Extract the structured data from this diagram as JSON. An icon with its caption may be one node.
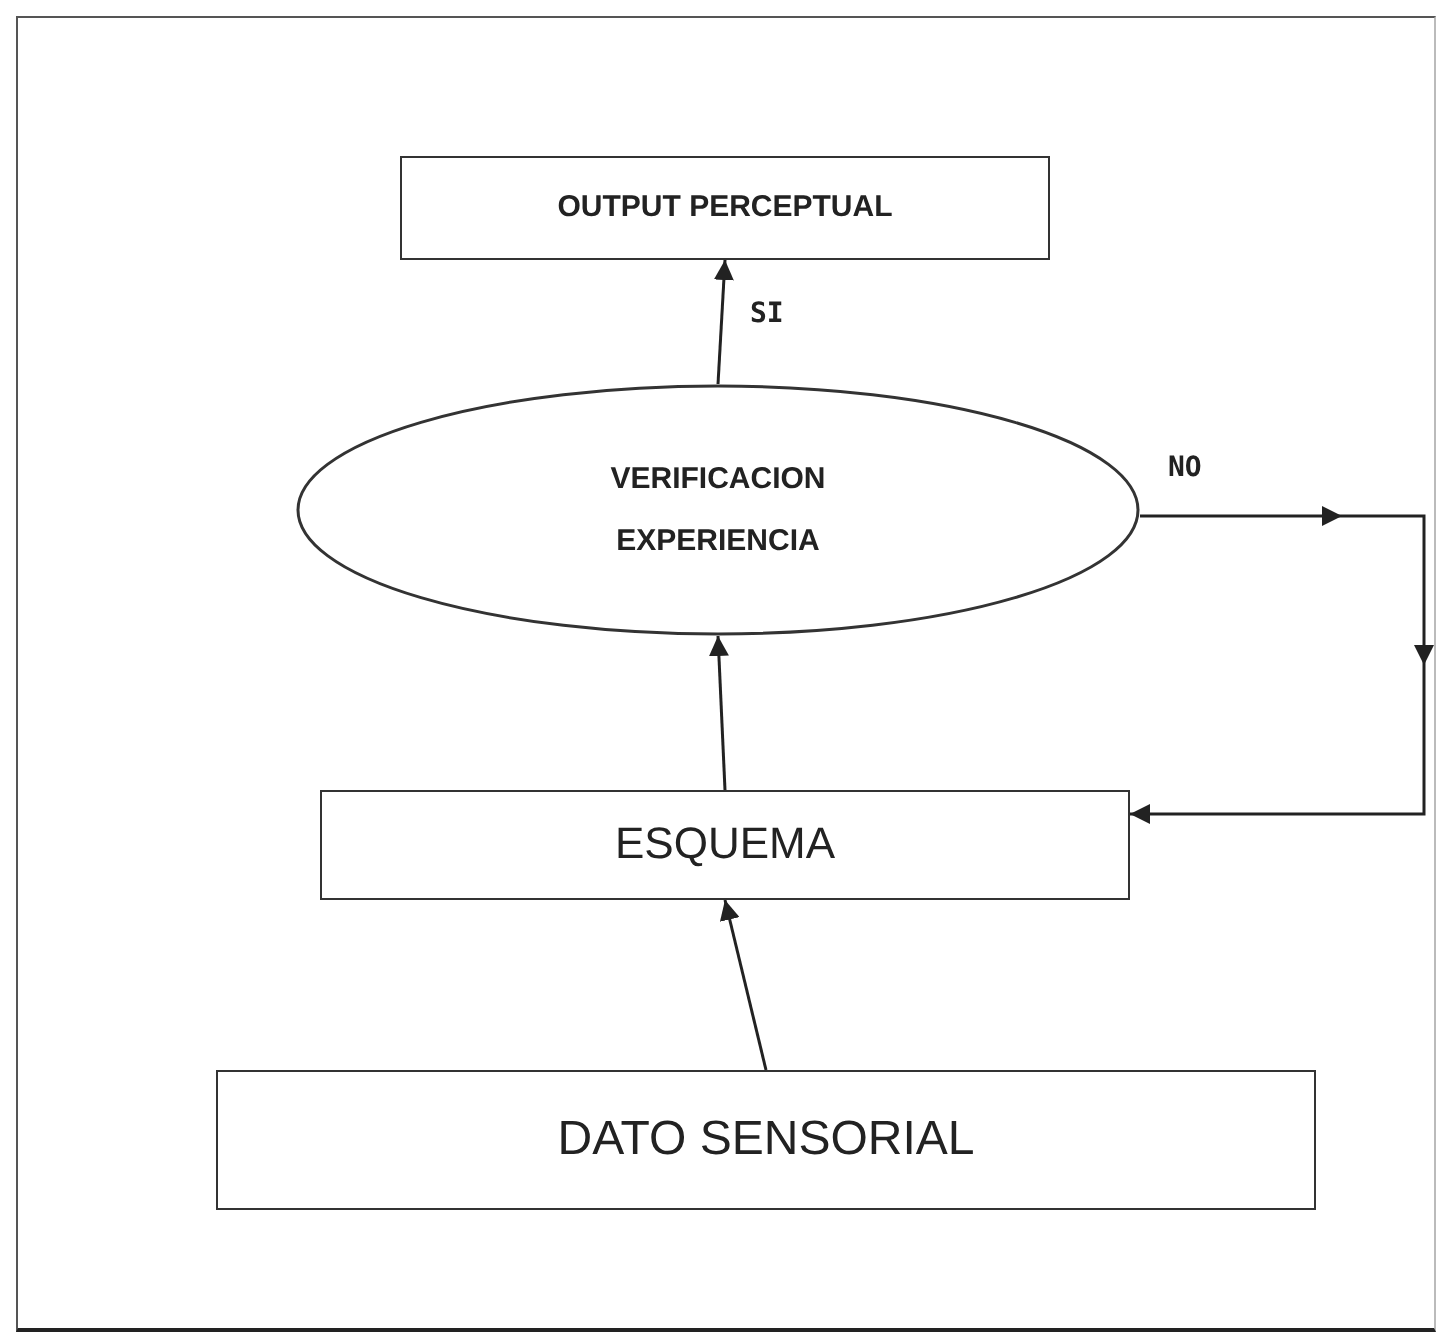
{
  "diagram": {
    "nodes": [
      {
        "text": [
          "OUTPUT PERCEPTUAL"
        ]
      },
      {
        "text": [
          "VERIFICACION EXPERIENCIA"
        ]
      },
      {
        "text": [
          "ESQUEMA"
        ]
      },
      {
        "text": [
          "DATO SENSORIAL"
        ]
      }
    ],
    "edges": [
      {
        "from": 3,
        "to": 2,
        "arrow": "to"
      },
      {
        "from": 2,
        "to": 1,
        "arrow": "to"
      },
      {
        "from": 1,
        "to": 0,
        "arrow": "to",
        "label": "SI"
      },
      {
        "from": 1,
        "to": 2,
        "arrow": "to",
        "label": "NO"
      }
    ]
  }
}
